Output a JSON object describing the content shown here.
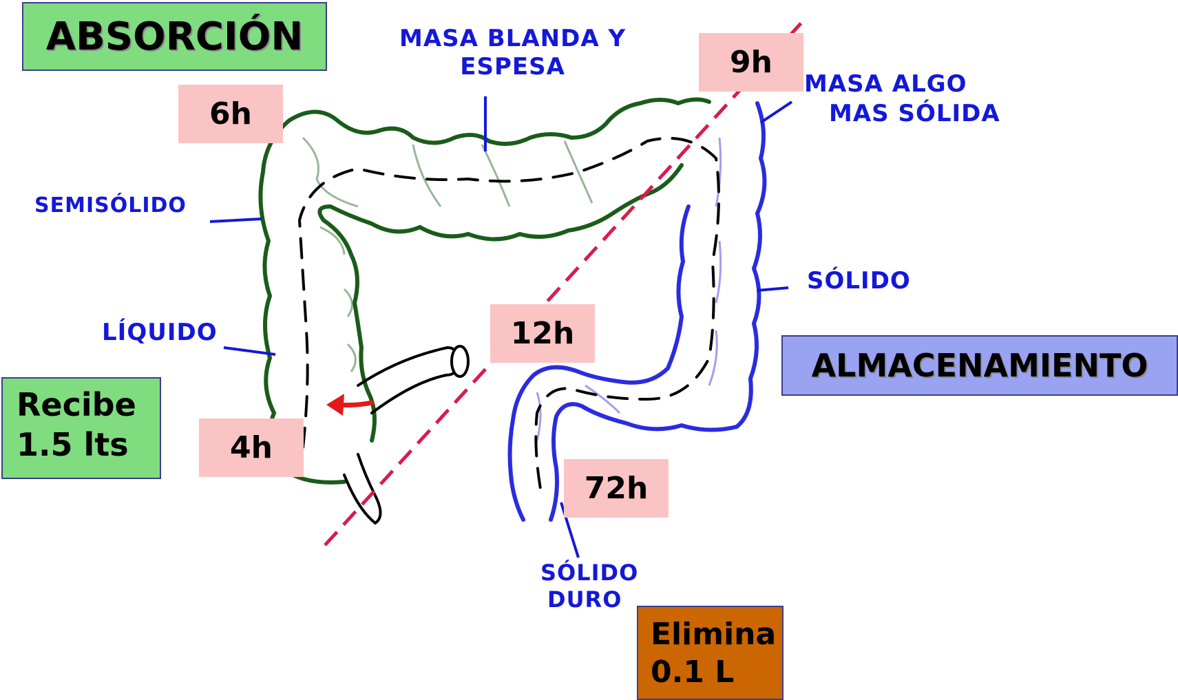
{
  "sections": {
    "absorption": "ABSORCIÓN",
    "storage": "ALMACENAMIENTO"
  },
  "intake": {
    "line1": "Recibe",
    "line2": "1.5 lts"
  },
  "output": {
    "line1": "Elimina",
    "line2": "0.1 L"
  },
  "times": {
    "t4": "4h",
    "t6": "6h",
    "t9": "9h",
    "t12": "12h",
    "t72": "72h"
  },
  "annotations": {
    "liquido": "LÍQUIDO",
    "semisolido": "SEMISÓLIDO",
    "masa_blanda_line1": "MASA BLANDA Y",
    "masa_blanda_line2": "ESPESA",
    "masa_solida_line1": "MASA ALGO",
    "masa_solida_line2": "MAS SÓLIDA",
    "solido": "SÓLIDO",
    "solido_duro_line1": "SÓLIDO",
    "solido_duro_line2": "DURO"
  },
  "colors": {
    "absorption_segment": "#1a5c1a",
    "storage_segment": "#2b2be0",
    "divider_line": "#d81c4c",
    "ileum_arrow": "#e21a1a",
    "annotation_ink": "#1418d8"
  }
}
